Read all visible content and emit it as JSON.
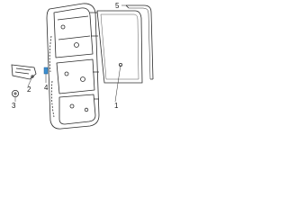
{
  "callouts": {
    "c1": "1",
    "c2": "2",
    "c3": "3",
    "c4": "4",
    "c5": "5"
  },
  "colors": {
    "line": "#2b2b2b",
    "highlight": "#3c8fd0",
    "background": "#ffffff"
  },
  "parts": [
    "door-shell",
    "door-glass",
    "glass-run-channel",
    "window-regulator-bracket",
    "fastener",
    "clip"
  ]
}
